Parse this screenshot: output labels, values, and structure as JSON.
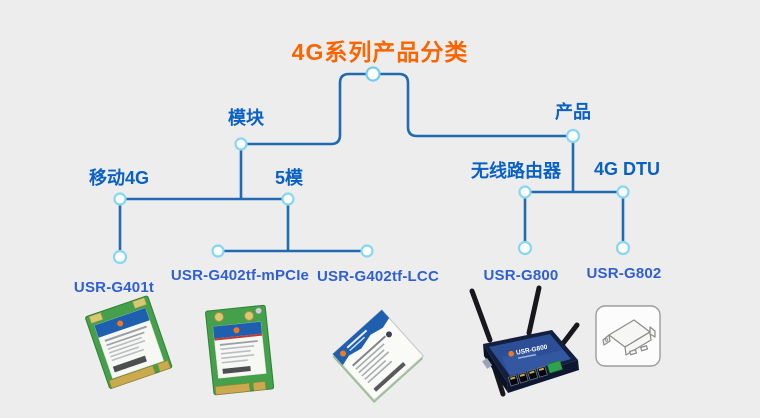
{
  "title": "4G系列产品分类",
  "colors": {
    "background": "#EDEDED",
    "title": "#FB6500",
    "connector_line": "#1F6AB2",
    "node_border": "#86D7F0",
    "branch_label": "#0961C5",
    "product_label": "#2F5FD5"
  },
  "tree": {
    "branches": [
      {
        "label": "模块"
      },
      {
        "label": "产品"
      }
    ],
    "categories": [
      {
        "label": "移动4G"
      },
      {
        "label": "5模"
      },
      {
        "label": "无线路由器"
      },
      {
        "label": "4G DTU"
      }
    ],
    "products": [
      {
        "name": "USR-G401t"
      },
      {
        "name": "USR-G402tf-mPCIe"
      },
      {
        "name": "USR-G402tf-LCC"
      },
      {
        "name": "USR-G800"
      },
      {
        "name": "USR-G802"
      }
    ]
  },
  "images": {
    "router_label": "USR-G800"
  }
}
